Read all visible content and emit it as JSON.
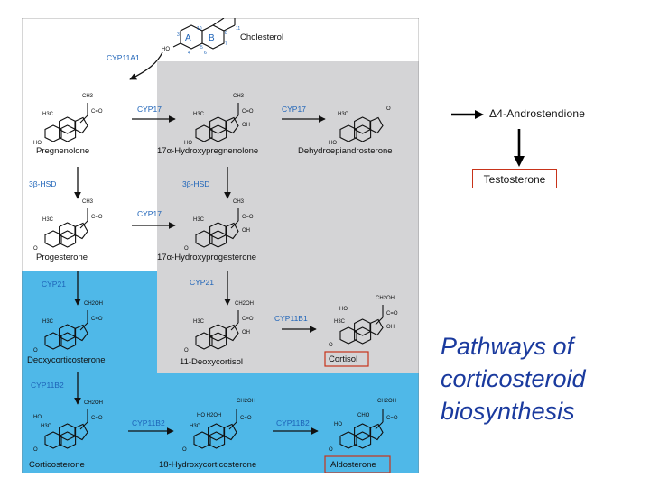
{
  "diagram": {
    "enzymes": {
      "cyp11a1": "CYP11A1",
      "cyp17_a": "CYP17",
      "cyp17_b": "CYP17",
      "cyp17_c": "CYP17",
      "hsd_a": "3β-HSD",
      "hsd_b": "3β-HSD",
      "cyp21_a": "CYP21",
      "cyp21_b": "CYP21",
      "cyp11b1": "CYP11B1",
      "cyp11b2_a": "CYP11B2",
      "cyp11b2_b": "CYP11B2",
      "cyp11b2_c": "CYP11B2"
    },
    "compounds": {
      "cholesterol": "Cholesterol",
      "pregnenolone": "Pregnenolone",
      "hydroxypregnenolone": "17α-Hydroxypregnenolone",
      "dhea": "Dehydroepiandrosterone",
      "progesterone": "Progesterone",
      "hydroxyprogesterone": "17α-Hydroxyprogesterone",
      "deoxycorticosterone": "Deoxycorticosterone",
      "deoxycortisol": "11-Deoxycortisol",
      "cortisol": "Cortisol",
      "corticosterone": "Corticosterone",
      "hydroxycorticosterone": "18-Hydroxycorticosterone",
      "aldosterone": "Aldosterone"
    },
    "groups": {
      "ch3": "CH3",
      "h3c": "H3C",
      "ho": "HO",
      "oh": "OH",
      "o": "O",
      "ch2oh": "CH2OH",
      "c_o": "C=O",
      "cho": "CHO",
      "hooh": "HO H2OH"
    },
    "ring_labels": {
      "a": "A",
      "b": "B"
    },
    "ring_numbers": [
      "3",
      "4",
      "5",
      "6",
      "7",
      "8",
      "10",
      "11"
    ],
    "colors": {
      "gray_region": "#d4d4d6",
      "blue_region": "#4fb8e8",
      "enzyme_text": "#1d63b8",
      "highlight_box": "#c8331a"
    }
  },
  "side": {
    "androstenedione": "Δ4-Androstendione",
    "testosterone": "Testosterone"
  },
  "title": {
    "line1": "Pathways of",
    "line2": "corticosteroid",
    "line3": "biosynthesis",
    "color": "#1a3a9e"
  }
}
